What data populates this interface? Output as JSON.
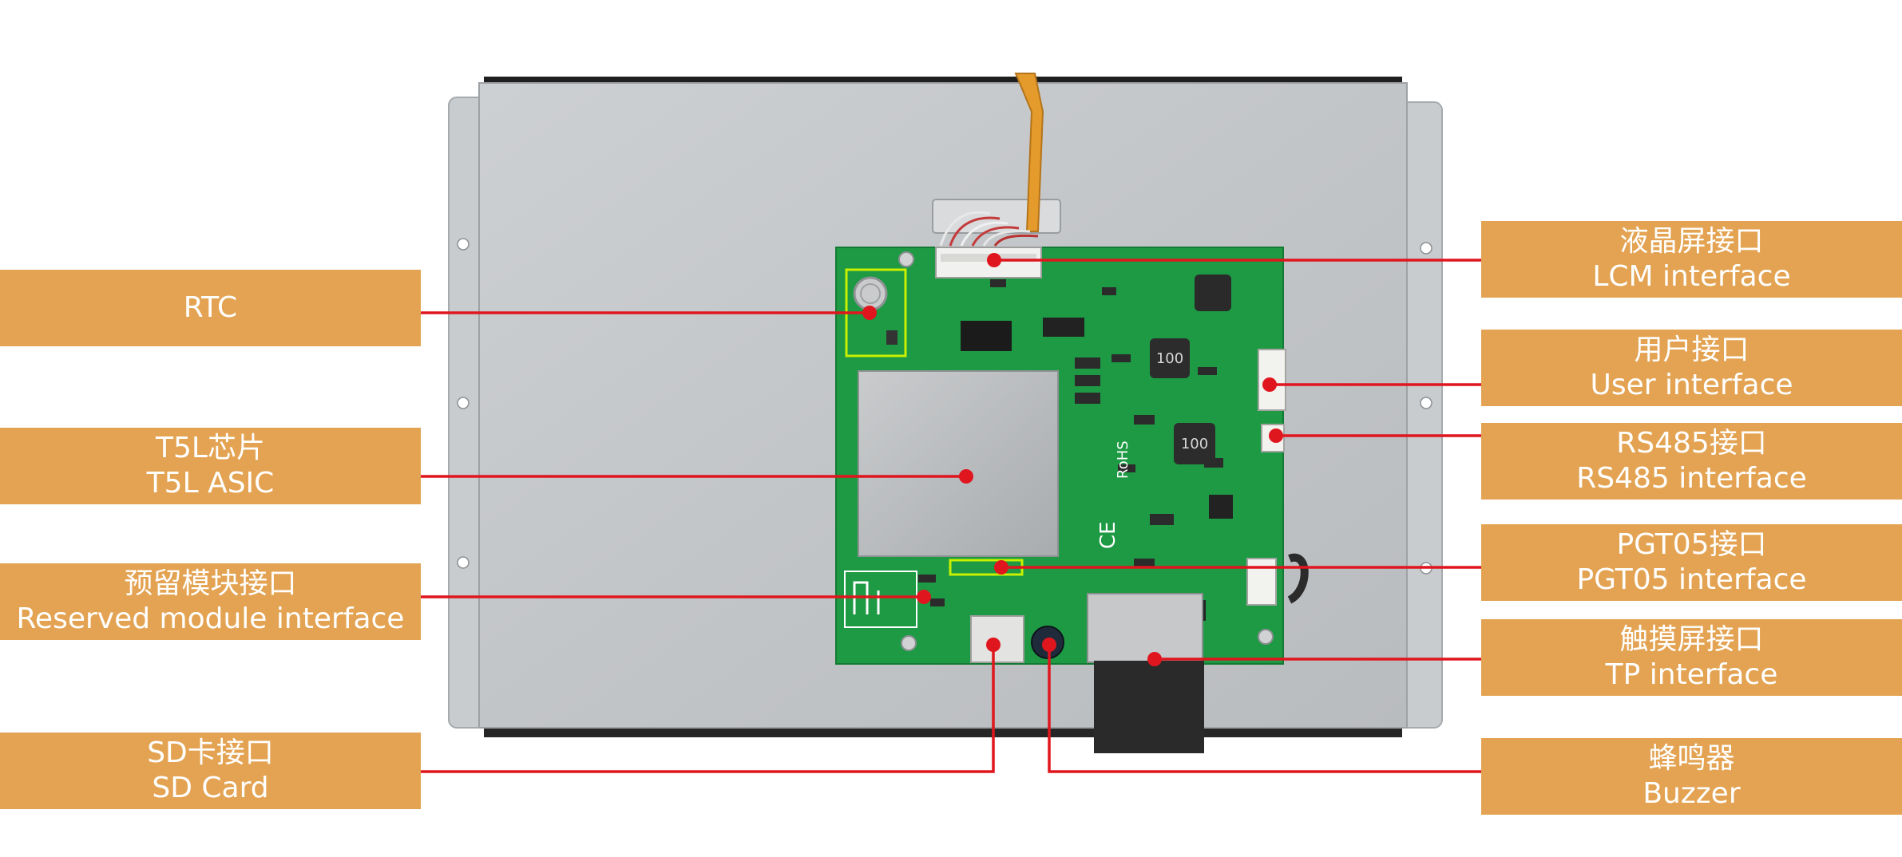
{
  "labels": {
    "rtc": {
      "line1": "RTC"
    },
    "t5l": {
      "line1": "T5L芯片",
      "line2": "T5L ASIC"
    },
    "reserved": {
      "line1": "预留模块接口",
      "line2": "Reserved module interface"
    },
    "sdcard": {
      "line1": "SD卡接口",
      "line2": "SD Card"
    },
    "lcm": {
      "line1": "液晶屏接口",
      "line2": "LCM interface"
    },
    "user": {
      "line1": "用户接口",
      "line2": "User interface"
    },
    "rs485": {
      "line1": "RS485接口",
      "line2": "RS485 interface"
    },
    "pgt05": {
      "line1": "PGT05接口",
      "line2": "PGT05 interface"
    },
    "tp": {
      "line1": "触摸屏接口",
      "line2": "TP interface"
    },
    "buzzer": {
      "line1": "蜂鸣器",
      "line2": "Buzzer"
    }
  },
  "board_markings": {
    "rohs": "RoHS",
    "ce": "CE",
    "inductor_1": "100",
    "inductor_2": "100"
  },
  "colors": {
    "label_fill": "#E3A352",
    "leader_line": "#E0161E",
    "pcb": "#1D9A43",
    "highlight_box": "#C8F000",
    "metal_frame": "#C4C6C8"
  }
}
